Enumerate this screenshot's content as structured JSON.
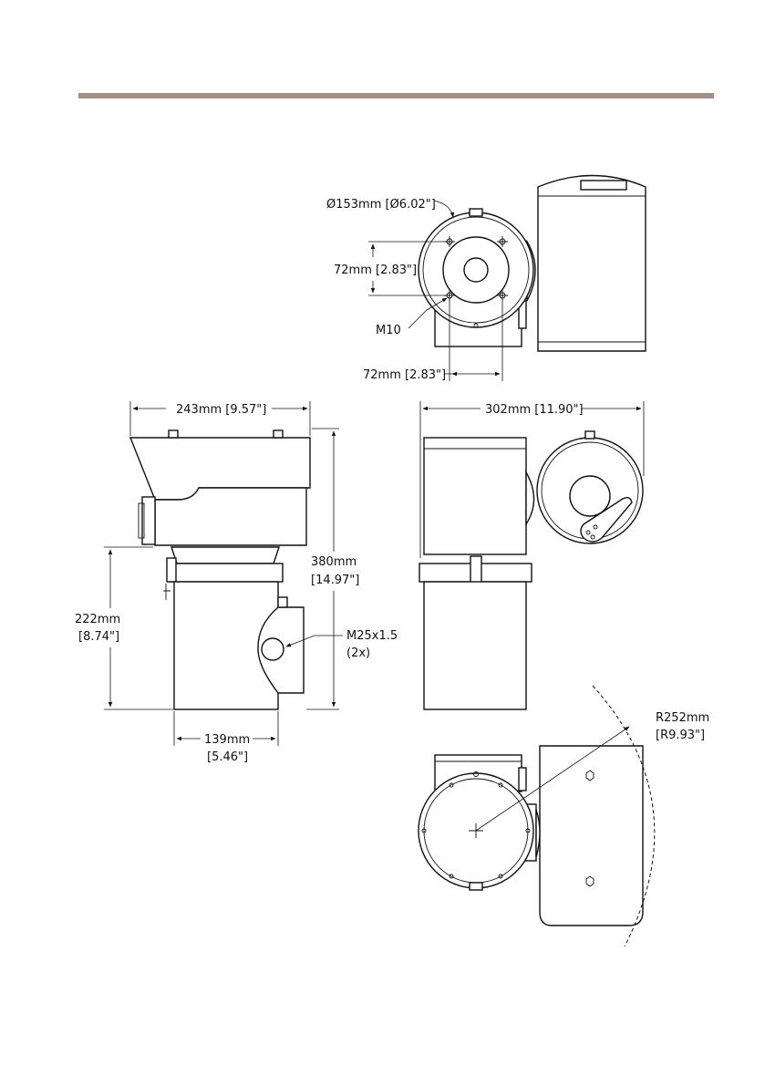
{
  "colors": {
    "header_rule": "#a48f86",
    "line": "#111111"
  },
  "labels": {
    "diameter": "Ø153mm [Ø6.02\"]",
    "hole_spacing_vertical": "72mm [2.83\"]",
    "thread": "M10",
    "hole_spacing_horizontal": "72mm [2.83\"]",
    "width_side": "243mm [9.57\"]",
    "width_front": "302mm [11.90\"]",
    "height_total_mm": "380mm",
    "height_total_in": "[14.97\"]",
    "height_base_mm": "222mm",
    "height_base_in": "[8.74\"]",
    "cable_entry": "M25x1.5",
    "cable_entry_count": "(2x)",
    "base_width_mm": "139mm",
    "base_width_in": "[5.46\"]",
    "radius_mm": "R252mm",
    "radius_in": "[R9.93\"]"
  }
}
